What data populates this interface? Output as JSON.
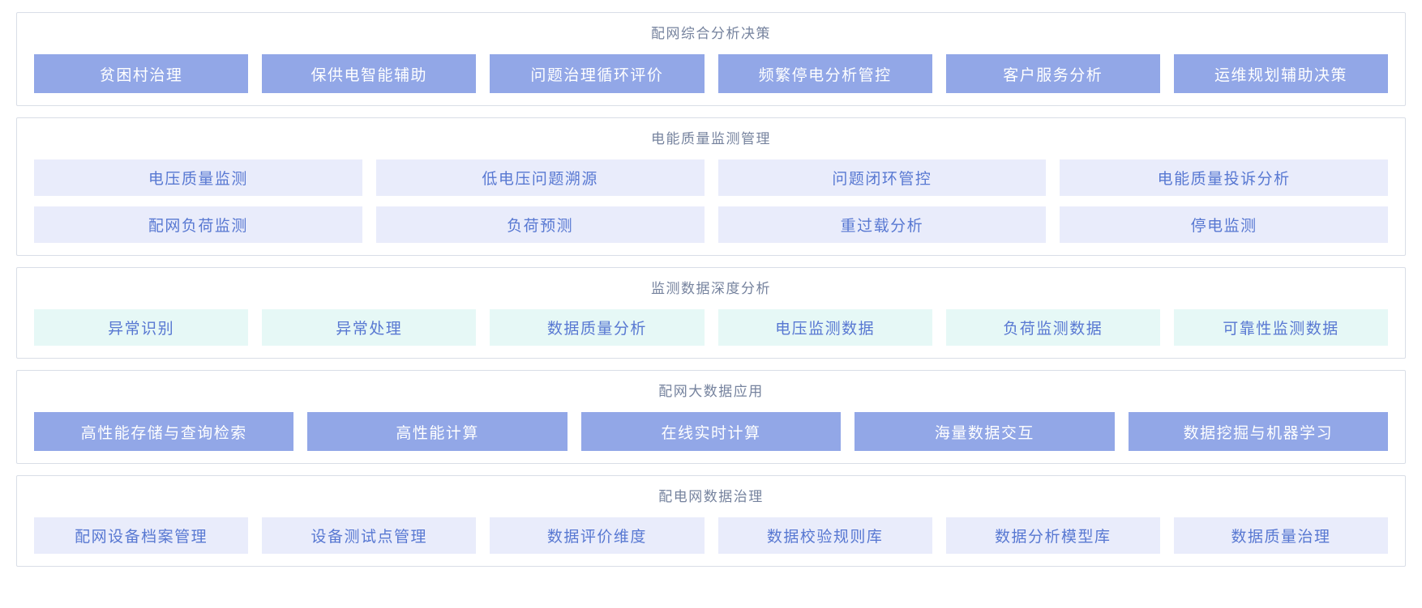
{
  "colors": {
    "panel_border": "#d9dee7",
    "title_text": "#76839e",
    "solid_tile_bg": "#92a7e7",
    "solid_tile_text": "#ffffff",
    "purple_tile_bg": "#e9ecfb",
    "teal_tile_bg": "#e6f8f6",
    "light_tile_text": "#5878d2"
  },
  "sections": [
    {
      "id": "comprehensive-analysis-decision",
      "title": "配网综合分析决策",
      "style": "solid",
      "rows": [
        [
          "贫困村治理",
          "保供电智能辅助",
          "问题治理循环评价",
          "频繁停电分析管控",
          "客户服务分析",
          "运维规划辅助决策"
        ]
      ]
    },
    {
      "id": "power-quality-monitoring",
      "title": "电能质量监测管理",
      "style": "light-purple",
      "rows": [
        [
          "电压质量监测",
          "低电压问题溯源",
          "问题闭环管控",
          "电能质量投诉分析"
        ],
        [
          "配网负荷监测",
          "负荷预测",
          "重过载分析",
          "停电监测"
        ]
      ]
    },
    {
      "id": "monitoring-data-deep-analysis",
      "title": "监测数据深度分析",
      "style": "light-teal",
      "rows": [
        [
          "异常识别",
          "异常处理",
          "数据质量分析",
          "电压监测数据",
          "负荷监测数据",
          "可靠性监测数据"
        ]
      ]
    },
    {
      "id": "distribution-big-data-application",
      "title": "配网大数据应用",
      "style": "solid",
      "rows": [
        [
          "高性能存储与查询检索",
          "高性能计算",
          "在线实时计算",
          "海量数据交互",
          "数据挖掘与机器学习"
        ]
      ]
    },
    {
      "id": "distribution-data-governance",
      "title": "配电网数据治理",
      "style": "light-purple",
      "rows": [
        [
          "配网设备档案管理",
          "设备测试点管理",
          "数据评价维度",
          "数据校验规则库",
          "数据分析模型库",
          "数据质量治理"
        ]
      ]
    }
  ]
}
